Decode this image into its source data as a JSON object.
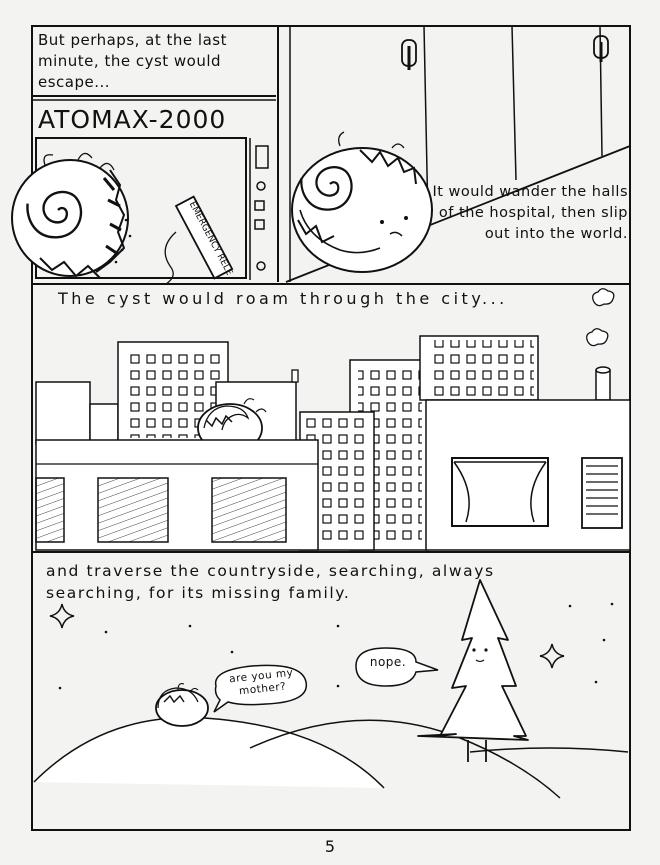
{
  "panels": {
    "escape_caption": "But perhaps, at the last minute, the cyst would escape...",
    "machine_label": "ATOMAX-2000",
    "emergency_lever_label": "EMERGENCY RELE",
    "hospital_caption": "It would wander the halls of the hospital, then slip out into the world.",
    "city_caption": "The cyst would roam through the city...",
    "countryside_caption": "and traverse the countryside, searching, always searching, for its missing family.",
    "cyst_speech": "are you my mother?",
    "tree_speech": "nope."
  },
  "page_number": "5",
  "icons": [
    "cyst-icon",
    "sparkle-icon",
    "tree-icon",
    "cloud-icon",
    "chimney-icon",
    "door-handle-icon"
  ]
}
